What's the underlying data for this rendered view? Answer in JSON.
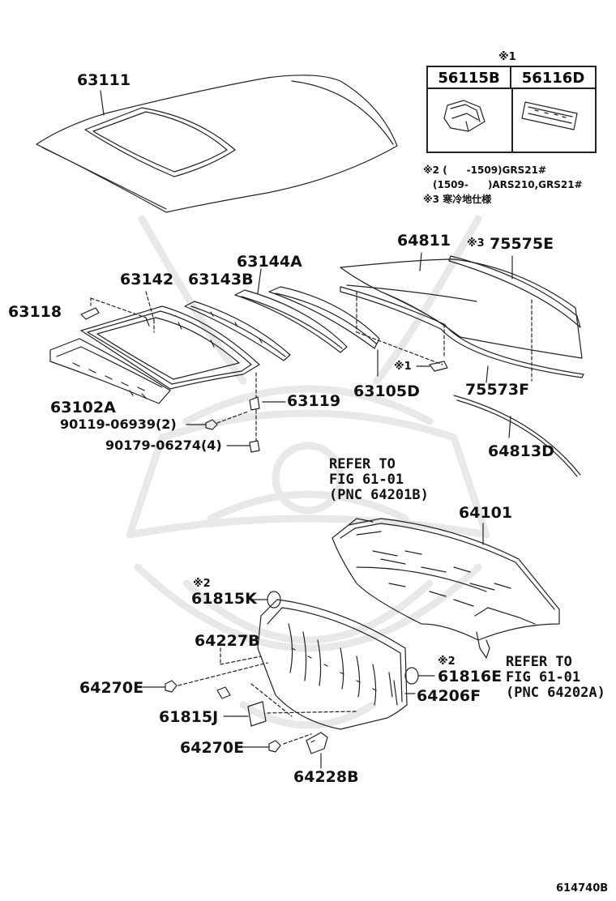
{
  "inset": {
    "note_mark": "※1",
    "cols": [
      "56115B",
      "56116D"
    ]
  },
  "notes": [
    "※2 (　　-1509)GRS21#",
    "　(1509-　　)ARS210,GRS21#",
    "※3 寒冷地仕様"
  ],
  "parts": {
    "p63111": "63111",
    "p63142": "63142",
    "p63143B": "63143B",
    "p63144A": "63144A",
    "p63118": "63118",
    "p63102A": "63102A",
    "p63119": "63119",
    "p90119": "90119-06939(2)",
    "p90179": "90179-06274(4)",
    "p63105D": "63105D",
    "p64811": "64811",
    "p75575E": "75575E",
    "p75573F": "75573F",
    "p64813D": "64813D",
    "p64101": "64101",
    "p61815K": "61815K",
    "p64227B": "64227B",
    "p64270E_a": "64270E",
    "p61815J": "61815J",
    "p64270E_b": "64270E",
    "p64228B": "64228B",
    "p61816E": "61816E",
    "p64206F": "64206F"
  },
  "marks": {
    "m75575E": "※3",
    "m61815K": "※2",
    "m61816E": "※2",
    "m_inset_ref": "※1"
  },
  "refs": {
    "top": [
      "REFER TO",
      "FIG 61-01",
      "(PNC 64201B)"
    ],
    "right": [
      "REFER TO",
      "FIG 61-01",
      "(PNC 64202A)"
    ]
  },
  "figure_id": "614740B",
  "icons": {
    "watermark": "samurai-helmet-watermark-icon"
  }
}
